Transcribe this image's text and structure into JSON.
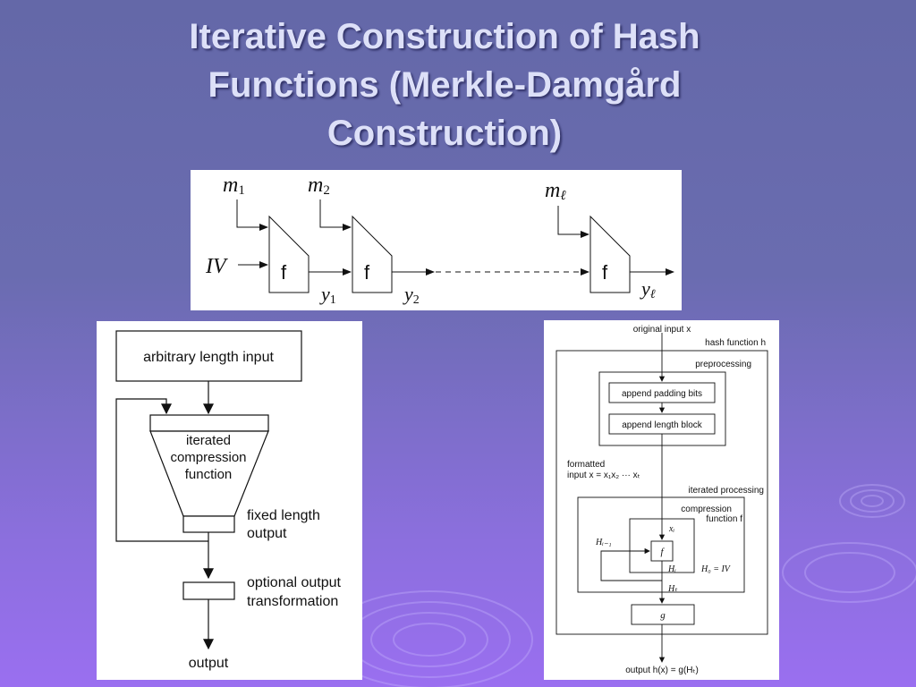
{
  "title": {
    "line1": "Iterative Construction of Hash",
    "line2": "Functions (Merkle-Damgård",
    "line3": "Construction)"
  },
  "chain": {
    "iv": "IV",
    "inputs": [
      {
        "base": "m",
        "sub": "1"
      },
      {
        "base": "m",
        "sub": "2"
      },
      {
        "base": "m",
        "sub": "ℓ"
      }
    ],
    "outputs": [
      {
        "base": "y",
        "sub": "1"
      },
      {
        "base": "y",
        "sub": "2"
      },
      {
        "base": "y",
        "sub": "ℓ"
      }
    ],
    "block_label": "f"
  },
  "flow": {
    "input": "arbitrary length input",
    "compression_line1": "iterated",
    "compression_line2": "compression",
    "compression_line3": "function",
    "fixed_line1": "fixed length",
    "fixed_line2": "output",
    "optional_line1": "optional output",
    "optional_line2": "transformation",
    "output": "output"
  },
  "detail": {
    "original_input": "original input x",
    "hash_function": "hash function h",
    "preprocessing": "preprocessing",
    "append_padding": "append padding bits",
    "append_length": "append length block",
    "formatted_line1": "formatted",
    "formatted_line2": "input x = x₁x₂ ··· xₜ",
    "iterated_processing": "iterated processing",
    "compression_line1": "compression",
    "compression_line2": "function f",
    "xi": "xᵢ",
    "f": "f",
    "h_prev": "Hᵢ₋₁",
    "hi": "Hᵢ",
    "h0": "H₀ = IV",
    "ht": "Hₜ",
    "g": "g",
    "output": "output h(x) = g(Hₜ)"
  }
}
